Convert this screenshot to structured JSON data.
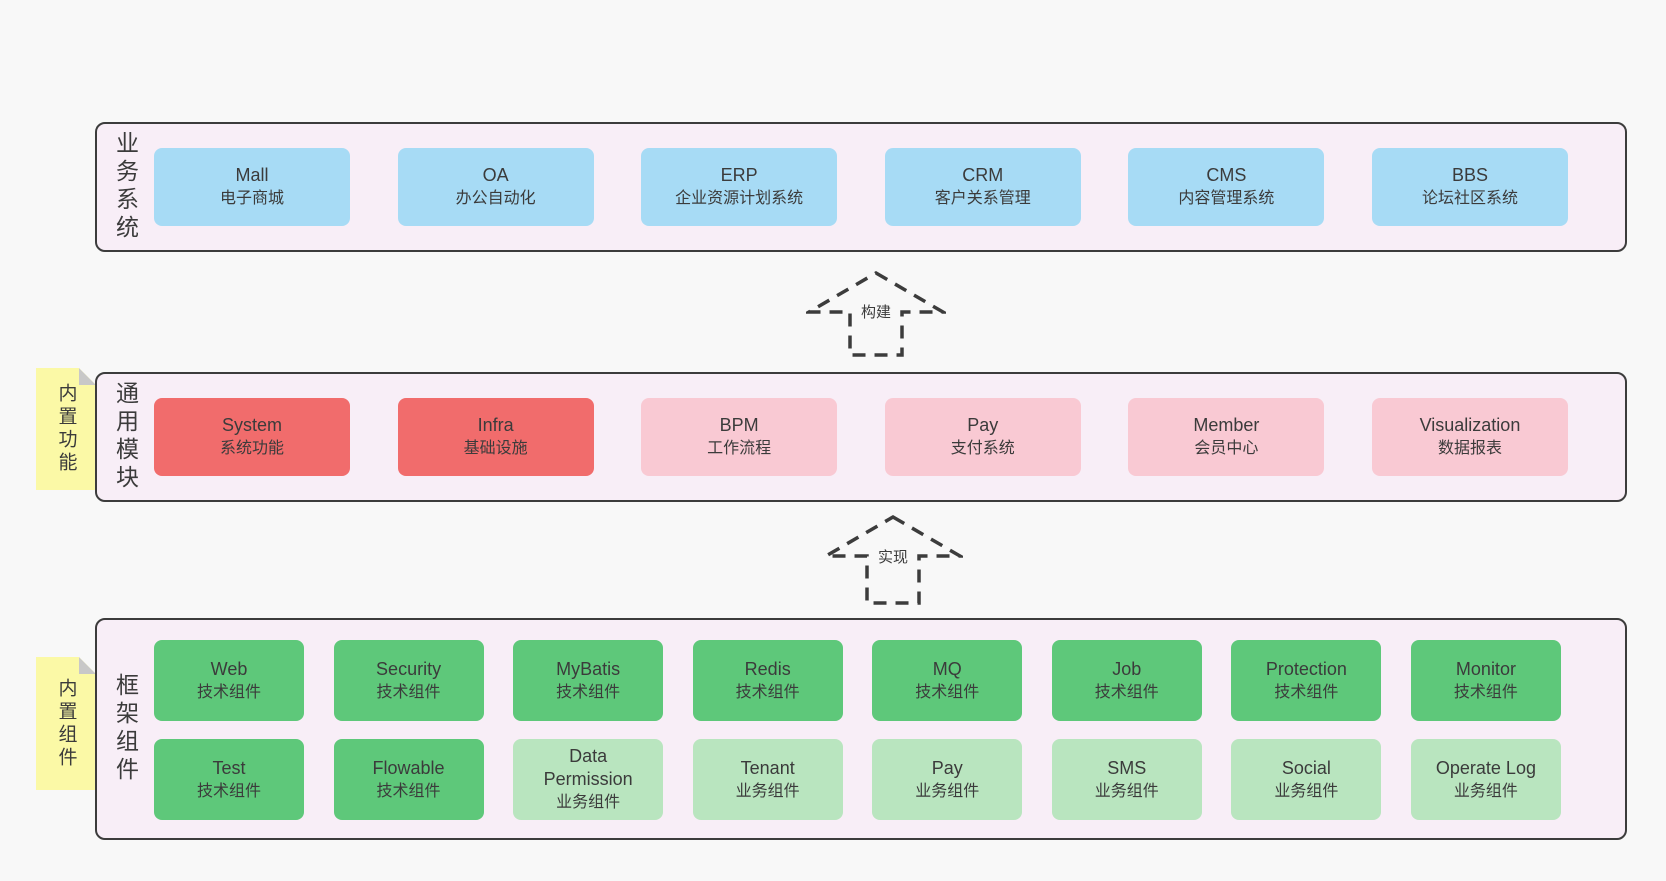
{
  "colors": {
    "page_bg": "#f8f8f8",
    "panel_bg": "#f8eef7",
    "panel_border": "#3c3c3c",
    "blue": "#a7dbf5",
    "red": "#f16c6c",
    "pink": "#f9c9d3",
    "green_dark": "#5ec87a",
    "green_light": "#b9e5bf",
    "note_yellow": "#fbf9a6",
    "note_fold": "#c8c8c8",
    "text": "#3b3b3b"
  },
  "arrows": [
    {
      "label": "构建"
    },
    {
      "label": "实现"
    }
  ],
  "layers": {
    "business": {
      "label": "业务系统",
      "boxes": [
        {
          "en": "Mall",
          "zh": "电子商城"
        },
        {
          "en": "OA",
          "zh": "办公自动化"
        },
        {
          "en": "ERP",
          "zh": "企业资源计划系统"
        },
        {
          "en": "CRM",
          "zh": "客户关系管理"
        },
        {
          "en": "CMS",
          "zh": "内容管理系统"
        },
        {
          "en": "BBS",
          "zh": "论坛社区系统"
        }
      ]
    },
    "common": {
      "note": "内置功能",
      "label": "通用模块",
      "boxes": [
        {
          "en": "System",
          "zh": "系统功能"
        },
        {
          "en": "Infra",
          "zh": "基础设施"
        },
        {
          "en": "BPM",
          "zh": "工作流程"
        },
        {
          "en": "Pay",
          "zh": "支付系统"
        },
        {
          "en": "Member",
          "zh": "会员中心"
        },
        {
          "en": "Visualization",
          "zh": "数据报表"
        }
      ]
    },
    "framework": {
      "note": "内置组件",
      "label": "框架组件",
      "row1": [
        {
          "en": "Web",
          "zh": "技术组件"
        },
        {
          "en": "Security",
          "zh": "技术组件"
        },
        {
          "en": "MyBatis",
          "zh": "技术组件"
        },
        {
          "en": "Redis",
          "zh": "技术组件"
        },
        {
          "en": "MQ",
          "zh": "技术组件"
        },
        {
          "en": "Job",
          "zh": "技术组件"
        },
        {
          "en": "Protection",
          "zh": "技术组件"
        },
        {
          "en": "Monitor",
          "zh": "技术组件"
        }
      ],
      "row2": [
        {
          "en": "Test",
          "zh": "技术组件"
        },
        {
          "en": "Flowable",
          "zh": "技术组件"
        },
        {
          "en": "Data Permission",
          "zh": "业务组件"
        },
        {
          "en": "Tenant",
          "zh": "业务组件"
        },
        {
          "en": "Pay",
          "zh": "业务组件"
        },
        {
          "en": "SMS",
          "zh": "业务组件"
        },
        {
          "en": "Social",
          "zh": "业务组件"
        },
        {
          "en": "Operate Log",
          "zh": "业务组件"
        }
      ]
    }
  }
}
